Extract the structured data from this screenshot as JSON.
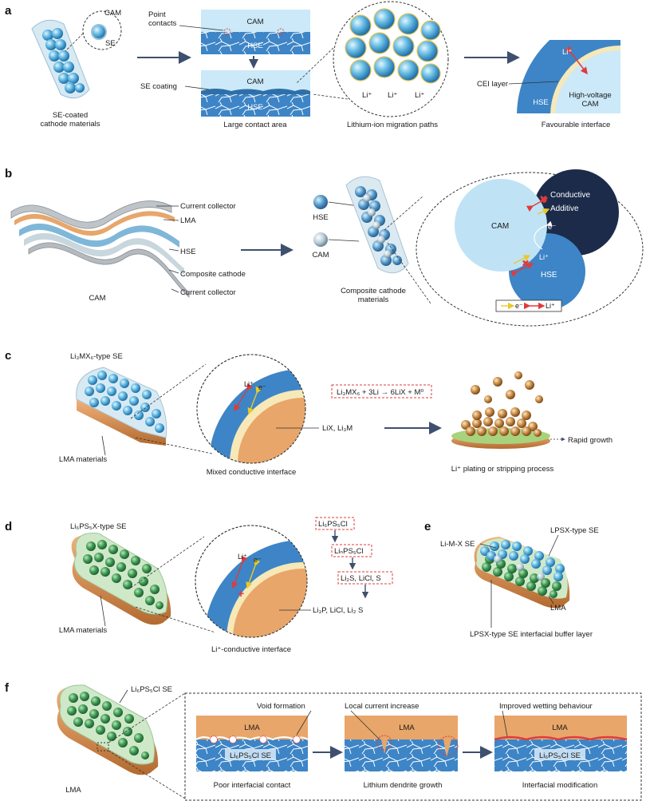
{
  "panels": {
    "a": {
      "label": "a",
      "cam": "CAM",
      "se": "SE",
      "left_caption": [
        "SE-coated",
        "cathode materials"
      ],
      "point_contacts": [
        "Point",
        "contacts"
      ],
      "cam_top": "CAM",
      "hse_top": "HSE",
      "se_coating": "SE coating",
      "cam_bottom": "CAM",
      "hse_bottom": "HSE",
      "large_contact": "Large contact area",
      "li_labels": [
        "Li⁺",
        "Li⁺",
        "Li⁺"
      ],
      "migration": "Lithium-ion migration paths",
      "cei_layer": "CEI layer",
      "li_interface": "Li⁺",
      "hse_interface": "HSE",
      "hv_cam": [
        "High-voltage",
        "CAM"
      ],
      "favourable": "Favourable interface"
    },
    "b": {
      "label": "b",
      "current_collector_top": "Current collector",
      "lma": "LMA",
      "hse": "HSE",
      "composite_cathode": "Composite cathode",
      "current_collector_bottom": "Current collector",
      "cam_left": "CAM",
      "hse_ball": "HSE",
      "cam_ball": "CAM",
      "composite_materials": [
        "Composite cathode",
        "materials"
      ],
      "conductive_additive": [
        "Conductive",
        "Additive"
      ],
      "cam_circle": "CAM",
      "electron": "e⁻",
      "li_small": "Li⁺",
      "hse_circle": "HSE",
      "legend_e": "e⁻",
      "legend_li": "Li⁺"
    },
    "c": {
      "label": "c",
      "se_type": "Li₃MX₆-type SE",
      "lma_materials": "LMA materials",
      "li": "Li⁺",
      "e": "e⁻",
      "reaction": "Li₃MX₆ + 3Li → 6LiX + M⁰",
      "products": "LiX, Li₃M",
      "mixed_interface": "Mixed conductive interface",
      "rapid_growth": "Rapid growth",
      "plating": "Li⁺ plating or stripping process"
    },
    "d": {
      "label": "d",
      "se_type": "Li₆PS₅X-type SE",
      "lma_materials": "LMA materials",
      "li": "Li⁺",
      "e": "e⁻",
      "chain": [
        "Li₆PS₅Cl",
        "LiₙPS₅Cl",
        "Li₂S, LiCl, S"
      ],
      "products": "Li₃P, LiCl, Li₂ S",
      "interface": "Li⁺-conductive interface"
    },
    "e": {
      "label": "e",
      "limx": "Li-M-X SE",
      "lpsx": "LPSX-type SE",
      "lma": "LMA",
      "buffer": "LPSX-type SE interfacial buffer layer"
    },
    "f": {
      "label": "f",
      "se": "Li₆PS₅Cl SE",
      "lma_left": "LMA",
      "void": "Void formation",
      "lma1": "LMA",
      "sse1": "Li₆PS₅Cl SE",
      "poor": "Poor interfacial contact",
      "local_current": "Local current increase",
      "lma2": "LMA",
      "dendrite": "Lithium dendrite growth",
      "wetting": "Improved wetting behaviour",
      "lma3": "LMA",
      "sse3": "Li₆PS₅Cl SE",
      "modification": "Interfacial modification"
    }
  },
  "colors": {
    "hse_blue": "#3d85c6",
    "cam_light": "#bfe3f5",
    "lma_orange": "#e8a66a",
    "navy": "#1c2b4a",
    "arrow": "#3f4f6e",
    "green": "#5fb36b",
    "red": "#e03b3b",
    "yellow": "#f0d84a"
  }
}
